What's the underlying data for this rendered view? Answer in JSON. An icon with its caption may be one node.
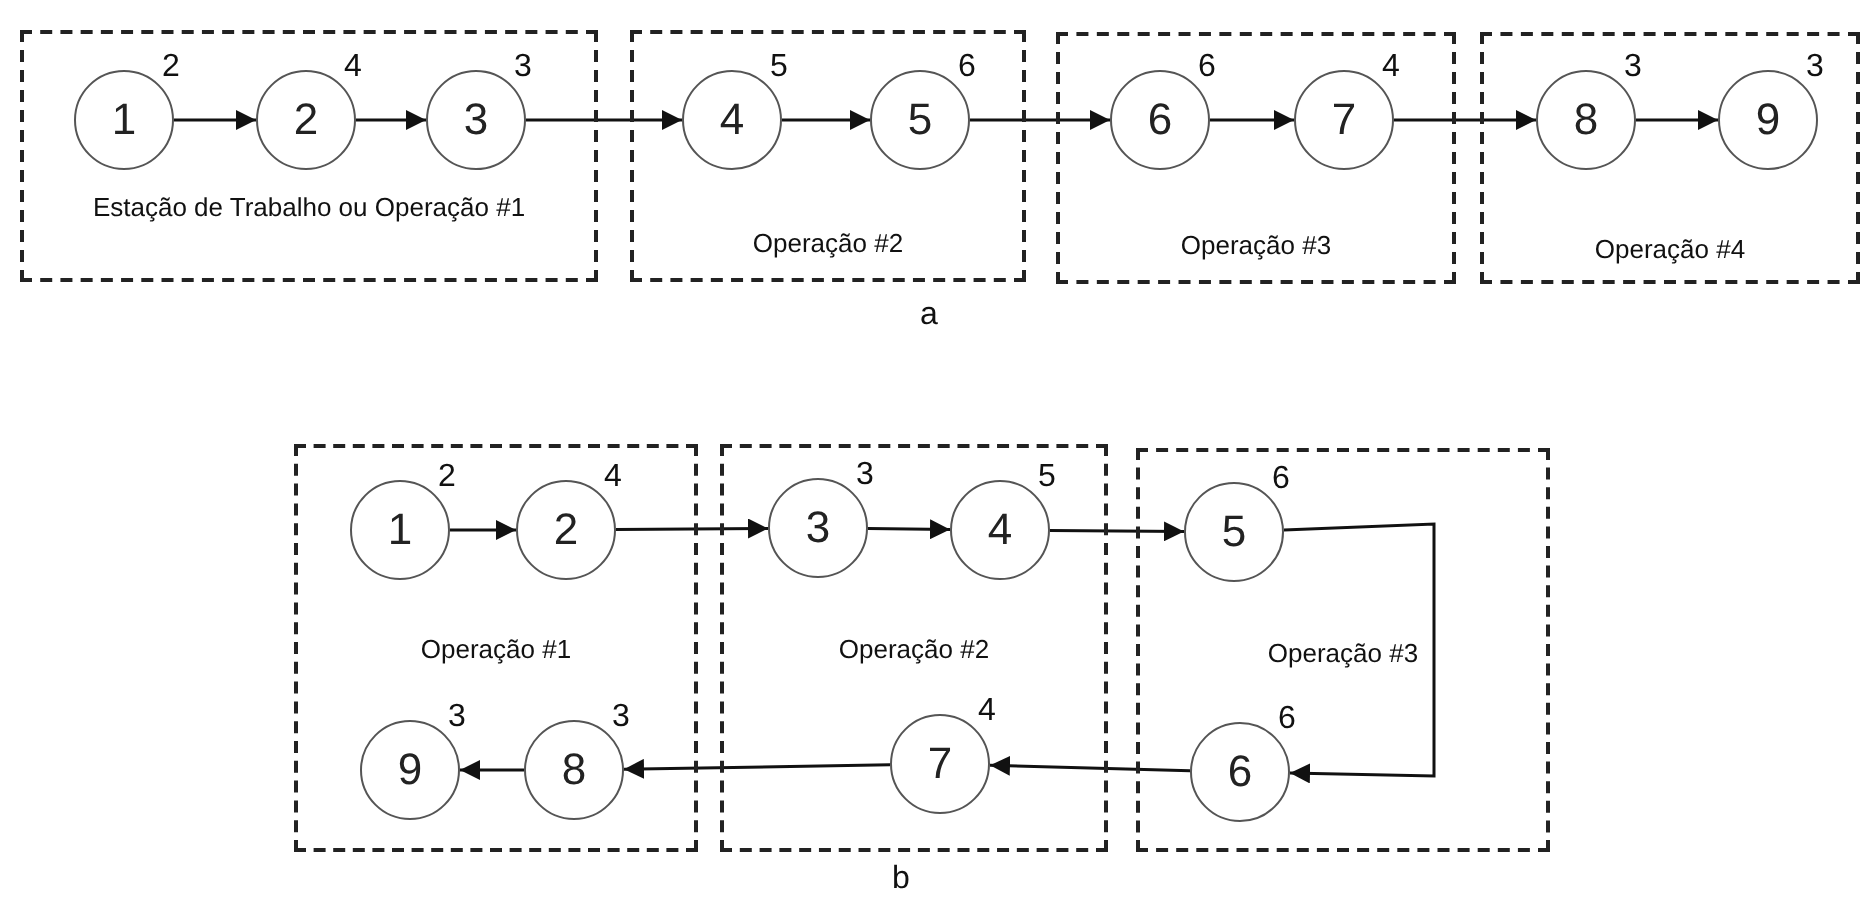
{
  "diagram": {
    "nodes": [
      {
        "text": [
          "Estação de Trabalho ou Operação #1"
        ]
      },
      {
        "text": [
          "1"
        ],
        "in": 0,
        "beside": [
          "2"
        ]
      },
      {
        "text": [
          "2"
        ],
        "in": 0,
        "beside": [
          "4"
        ]
      },
      {
        "text": [
          "3"
        ],
        "in": 0,
        "beside": [
          "3"
        ]
      },
      {
        "text": [
          "Operação #2"
        ]
      },
      {
        "text": [
          "4"
        ],
        "in": 4,
        "beside": [
          "5"
        ]
      },
      {
        "text": [
          "5"
        ],
        "in": 4,
        "beside": [
          "6"
        ]
      },
      {
        "text": [
          "Operação #3"
        ]
      },
      {
        "text": [
          "6"
        ],
        "in": 7,
        "beside": [
          "6"
        ]
      },
      {
        "text": [
          "7"
        ],
        "in": 7,
        "beside": [
          "4"
        ]
      },
      {
        "text": [
          "Operação #4"
        ]
      },
      {
        "text": [
          "8"
        ],
        "in": 10,
        "beside": [
          "3"
        ]
      },
      {
        "text": [
          "9"
        ],
        "in": 10,
        "beside": [
          "3"
        ]
      },
      {
        "text": [
          "Operação #1"
        ]
      },
      {
        "text": [
          "1"
        ],
        "in": 13,
        "beside": [
          "2"
        ]
      },
      {
        "text": [
          "2"
        ],
        "in": 13,
        "beside": [
          "4"
        ]
      },
      {
        "text": [
          "9"
        ],
        "in": 13,
        "beside": [
          "3"
        ]
      },
      {
        "text": [
          "8"
        ],
        "in": 13,
        "beside": [
          "3"
        ]
      },
      {
        "text": [
          "Operação #2"
        ]
      },
      {
        "text": [
          "3"
        ],
        "in": 18,
        "beside": [
          "3"
        ]
      },
      {
        "text": [
          "4"
        ],
        "in": 18,
        "beside": [
          "5"
        ]
      },
      {
        "text": [
          "7"
        ],
        "in": 18,
        "beside": [
          "4"
        ]
      },
      {
        "text": [
          "Operação #3"
        ]
      },
      {
        "text": [
          "5"
        ],
        "in": 22,
        "beside": [
          "6"
        ]
      },
      {
        "text": [
          "6"
        ],
        "in": 22,
        "beside": [
          "6"
        ]
      }
    ],
    "edges": [
      {
        "from": 1,
        "to": 2,
        "arrow": "to"
      },
      {
        "from": 2,
        "to": 3,
        "arrow": "to"
      },
      {
        "from": 3,
        "to": 5,
        "arrow": "to"
      },
      {
        "from": 5,
        "to": 6,
        "arrow": "to"
      },
      {
        "from": 6,
        "to": 8,
        "arrow": "to"
      },
      {
        "from": 8,
        "to": 9,
        "arrow": "to"
      },
      {
        "from": 9,
        "to": 11,
        "arrow": "to"
      },
      {
        "from": 11,
        "to": 12,
        "arrow": "to"
      },
      {
        "from": 14,
        "to": 15,
        "arrow": "to"
      },
      {
        "from": 15,
        "to": 19,
        "arrow": "to"
      },
      {
        "from": 19,
        "to": 20,
        "arrow": "to"
      },
      {
        "from": 20,
        "to": 23,
        "arrow": "to"
      },
      {
        "from": 23,
        "to": 24,
        "arrow": "to"
      },
      {
        "from": 24,
        "to": 21,
        "arrow": "to"
      },
      {
        "from": 21,
        "to": 17,
        "arrow": "to"
      },
      {
        "from": 17,
        "to": 16,
        "arrow": "to"
      }
    ],
    "labels": [
      "a",
      "b"
    ]
  }
}
